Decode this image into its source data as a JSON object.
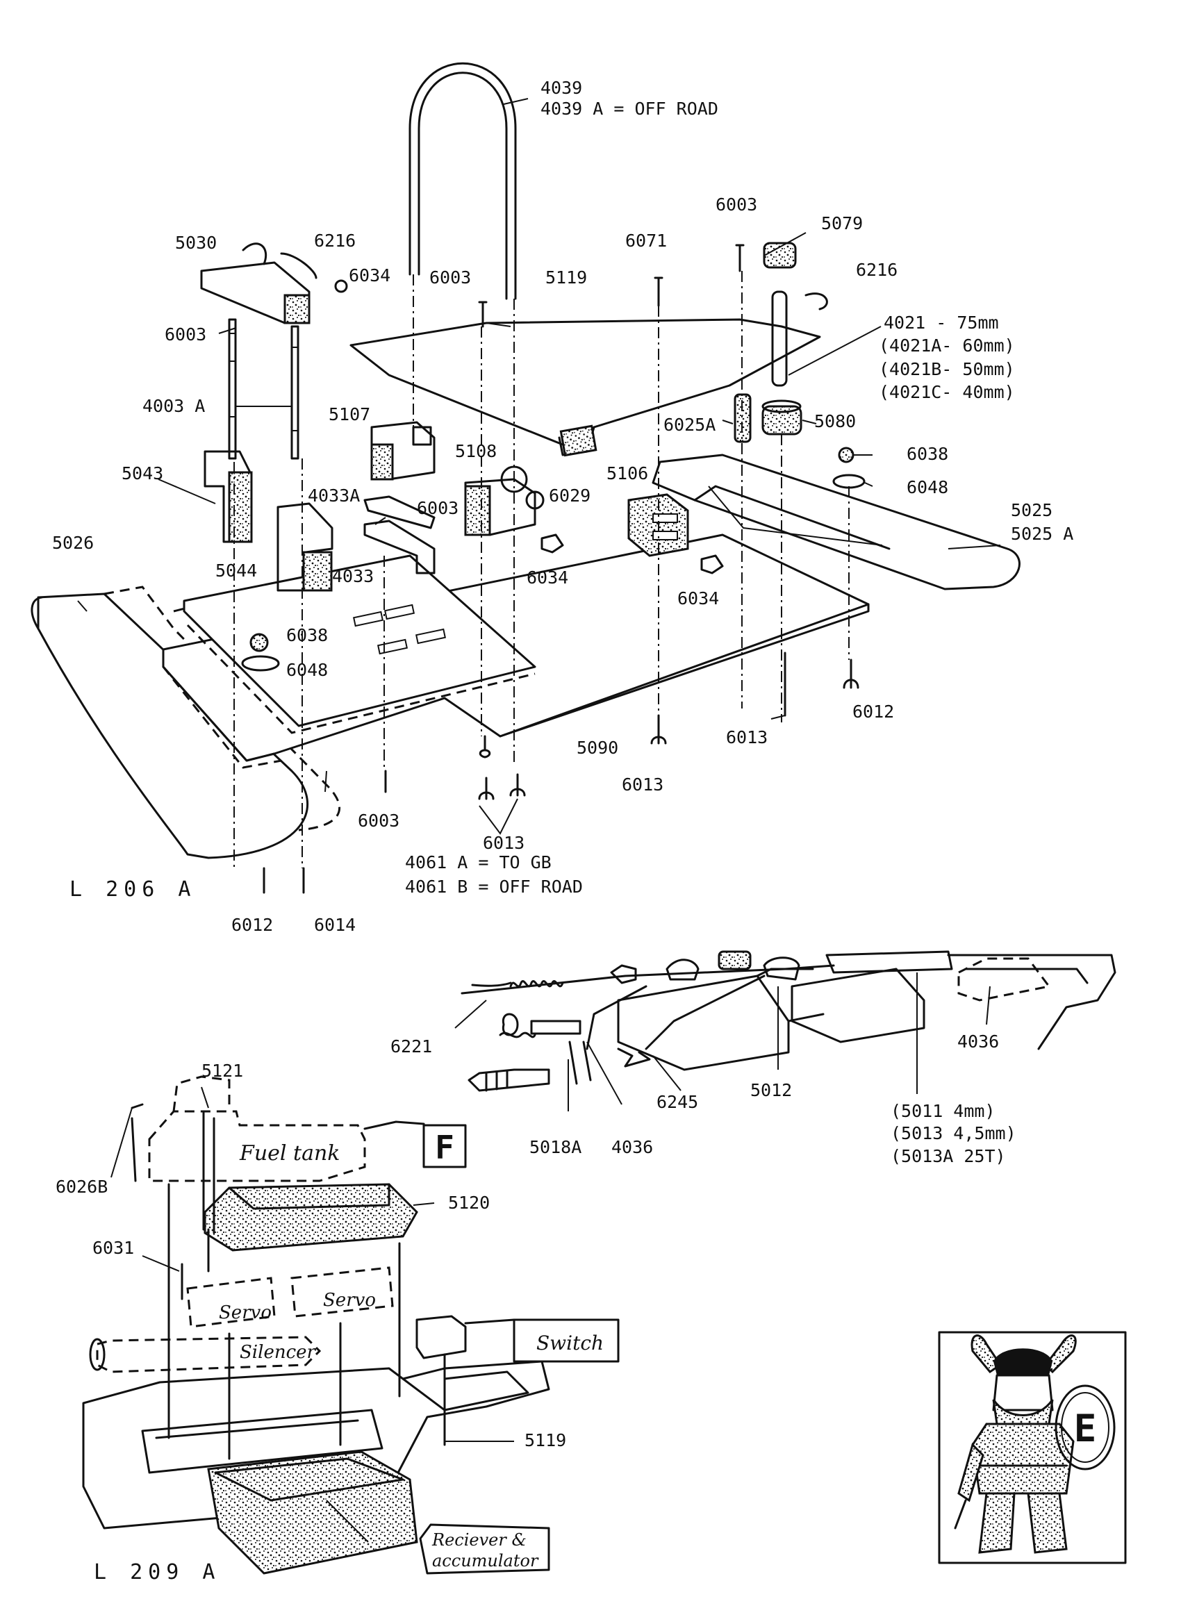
{
  "diagram_top": {
    "sheet_code": "L 206 A",
    "labels": {
      "p4039": "4039",
      "p4039a": "4039 A = OFF ROAD",
      "p6003_a": "6003",
      "p5079": "5079",
      "p5030": "5030",
      "p6216_a": "6216",
      "p6034_a": "6034",
      "p6003_b": "6003",
      "p5119": "5119",
      "p6071": "6071",
      "p6216_b": "6216",
      "p4021": "4021 - 75mm",
      "p4021a": "(4021A- 60mm)",
      "p4021b": "(4021B- 50mm)",
      "p4021c": "(4021C- 40mm)",
      "p6003_c": "6003",
      "p4003a": "4003 A",
      "p5107": "5107",
      "p5108": "5108",
      "p6025a": "6025A",
      "p5080": "5080",
      "p6038_a": "6038",
      "p6048_a": "6048",
      "p5043": "5043",
      "p4033a": "4033A",
      "p6003_d": "6003",
      "p6029": "6029",
      "p5106": "5106",
      "p5025": "5025",
      "p5025a": "5025 A",
      "p5026": "5026",
      "p5044": "5044",
      "p4033": "4033",
      "p6034_b": "6034",
      "p6034_c": "6034",
      "p6038_b": "6038",
      "p6048_b": "6048",
      "p6012_a": "6012",
      "p6013_a": "6013",
      "p5090": "5090",
      "p6013_b": "6013",
      "p6003_e": "6003",
      "p6013_c": "6013",
      "p4061a": "4061 A = TO GB",
      "p4061b": "4061 B = OFF ROAD",
      "p6012_b": "6012",
      "p6014": "6014"
    }
  },
  "diagram_linkage": {
    "labels": {
      "p6221": "6221",
      "p4036_a": "4036",
      "p5018a": "5018A",
      "p4036_b": "4036",
      "p6245": "6245",
      "p5012": "5012",
      "p5011": "(5011 4mm)",
      "p5013": "(5013 4,5mm)",
      "p5013a": "(5013A 25T)"
    }
  },
  "diagram_bottom": {
    "sheet_code": "L 209 A",
    "labels": {
      "p5121": "5121",
      "p6026b": "6026B",
      "p5120": "5120",
      "p6031": "6031",
      "p5119": "5119"
    },
    "handwritten": {
      "fuel_tank": "Fuel tank",
      "servo_1": "Servo",
      "servo_2": "Servo",
      "silencer": "Silencer",
      "switch": "Switch",
      "receiver_line1": "Reciever &",
      "receiver_line2": "accumulator"
    },
    "letter_box": "F"
  },
  "logo": {
    "badge_letter": "E"
  }
}
